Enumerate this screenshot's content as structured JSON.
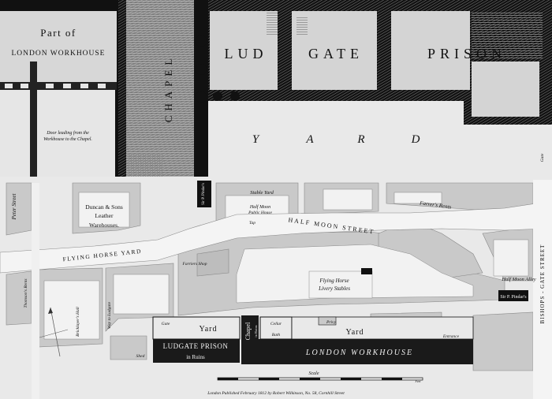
{
  "upper_plan": {
    "workhouse_line1": "Part of",
    "workhouse_line2": "LONDON WORKHOUSE",
    "chapel": "CHAPEL",
    "prison_word1": "LUD",
    "prison_word2": "GATE",
    "prison_word3": "PRISON",
    "yard_letters": [
      "Y",
      "A",
      "R",
      "D"
    ],
    "door_note_line1": "Door leading from the",
    "door_note_line2": "Workhouse to the Chapel.",
    "gate": "Gate"
  },
  "lower_plan": {
    "peter_street": "Peter Street",
    "duncan_line1": "Duncan & Sons",
    "duncan_line2": "Leather",
    "duncan_line3": "Warehouses.",
    "sir_p_pindar_top": "Sir P. Pindar's",
    "stable_yard": "Stable     Yard",
    "half_moon_line1": "Half Moon",
    "half_moon_line2": "Public House",
    "tap": "Tap",
    "farrers_rents": "Farrer's Rents",
    "half_moon_street": "HALF  MOON  STREET",
    "flying_horse_yard": "FLYING  HORSE  YARD",
    "farriers_shop": "Farriers Shop",
    "bishopsgate_street": "BISHOPS - GATE  STREET",
    "thomsons_rents": "Thomson's Rents",
    "way_to_ludgate": "Way to Ludgate",
    "flying_horse_stables_line1": "Flying Horse",
    "flying_horse_stables_line2": "Livery Stables",
    "half_moon_alley": "Half Moon Alley",
    "sir_p_pindar_right": "Sir P. Pindar's",
    "bricklayers_hall": "Bricklayer's Hall",
    "gate": "Gate",
    "yard_left": "Yard",
    "chapel_vertical": "Chapel",
    "in_ruins_small": "in Ruins",
    "cellar": "Cellar",
    "bath": "Bath",
    "privy": "Privy",
    "yard_right": "Yard",
    "entrance": "Entrance",
    "ludgate_prison": "LUDGATE PRISON",
    "in_ruins": "in Ruins",
    "london_workhouse": "LONDON  WORKHOUSE",
    "shed": "Shed",
    "scale": "Scale",
    "feet": "Feet",
    "imprint": "London Published February 1812 by Robert Wilkinson, No. 58, Cornhill Street"
  },
  "colors": {
    "paper": "#e9e9e9",
    "ink": "#111111",
    "hatch": "#777777",
    "building_fill": "#c9c9c9"
  },
  "icons": [
    "compass-arrow-icon"
  ]
}
